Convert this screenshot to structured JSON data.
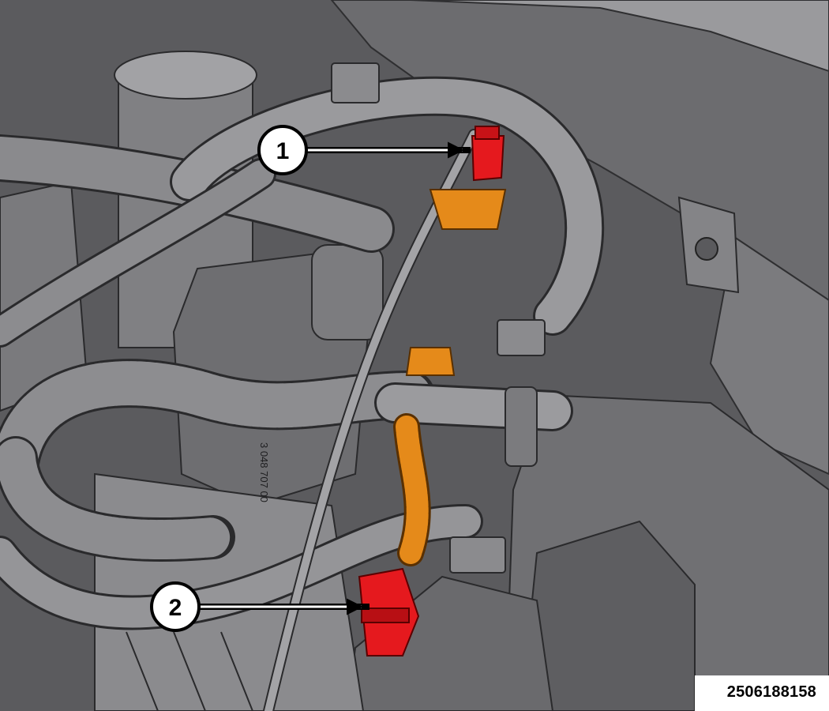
{
  "figure_number": "2506188158",
  "part_stamp": "3 048 707 00",
  "colors": {
    "housing": "#5f5f62",
    "housing_dark": "#3f3f42",
    "hose": "#8a8a8d",
    "hose_light": "#a9a9ac",
    "hose_dark": "#6e6e71",
    "highlight_red": "#e5191e",
    "highlight_orange": "#e58a1a",
    "callout_fill": "#ffffff",
    "callout_stroke": "#000000"
  },
  "callouts": [
    {
      "id": "1",
      "label": "1",
      "target": "red-connector-upper"
    },
    {
      "id": "2",
      "label": "2",
      "target": "red-connector-lower"
    }
  ]
}
